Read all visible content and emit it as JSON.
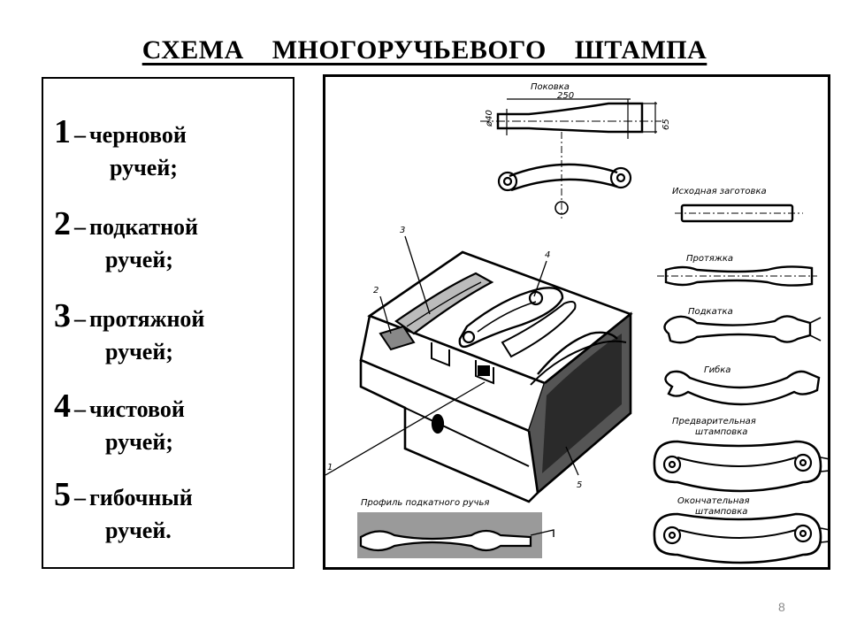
{
  "title": "СХЕМА    МНОГОРУЧЬЕВОГО    ШТАМПА",
  "legend": [
    {
      "num": "1",
      "sep": "–",
      "text": "черновой",
      "cont": "ручей;"
    },
    {
      "num": "2",
      "sep": "–",
      "text": "подкатной",
      "cont": "ручей;"
    },
    {
      "num": "3",
      "sep": "–",
      "text": "протяжной",
      "cont": "ручей;"
    },
    {
      "num": "4",
      "sep": " –",
      "text": "чистовой",
      "cont": "ручей;"
    },
    {
      "num": "5",
      "sep": "–",
      "text": "гибочный",
      "cont": "ручей."
    }
  ],
  "figure": {
    "forging_title": "Поковка",
    "dim_250": "250",
    "dim_40": "ø40",
    "dim_65": "65",
    "stage_blank": "Исходная заготовка",
    "stage_draw": "Протяжка",
    "stage_roll": "Подкатка",
    "stage_bend": "Гибка",
    "stage_pre1": "Предварительная",
    "stage_pre2": "штамповка",
    "stage_fin1": "Окончательная",
    "stage_fin2": "штамповка",
    "profile_label": "Профиль подкатного ручья",
    "callouts": [
      "1",
      "2",
      "3",
      "4",
      "5"
    ]
  },
  "page_number": "8"
}
